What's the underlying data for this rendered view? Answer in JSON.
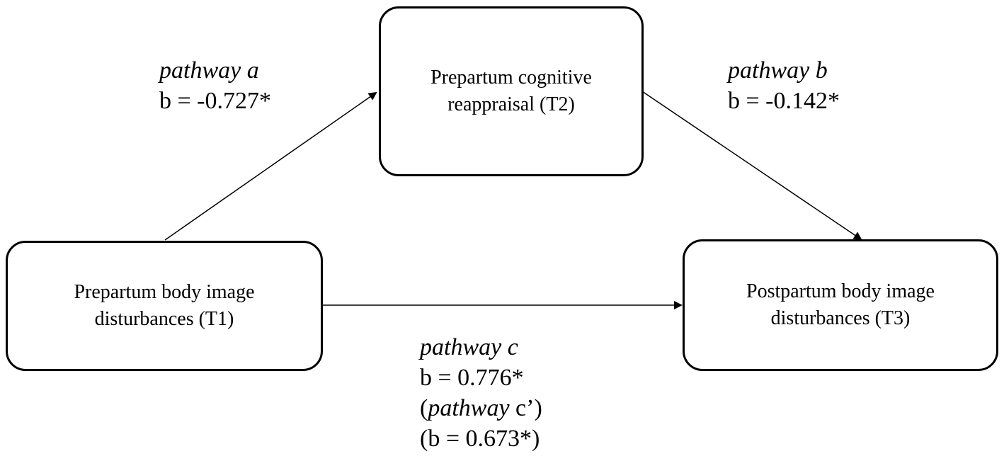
{
  "nodes": {
    "t1": {
      "line1": "Prepartum body image",
      "line2": "disturbances (T1)"
    },
    "t2": {
      "line1": "Prepartum cognitive",
      "line2": "reappraisal (T2)"
    },
    "t3": {
      "line1": "Postpartum body image",
      "line2": "disturbances (T3)"
    }
  },
  "paths": {
    "a": {
      "title": "pathway a",
      "coef": "b = -0.727*"
    },
    "b": {
      "title": "pathway b",
      "coef": "b = -0.142*"
    },
    "c": {
      "title": "pathway c",
      "coef": "b = 0.776*",
      "direct_open": "(",
      "direct_word": "pathway",
      "direct_rest": " c’)",
      "direct_coef": "(b = 0.673*)"
    }
  },
  "colors": {
    "stroke": "#000000",
    "background": "#ffffff"
  }
}
